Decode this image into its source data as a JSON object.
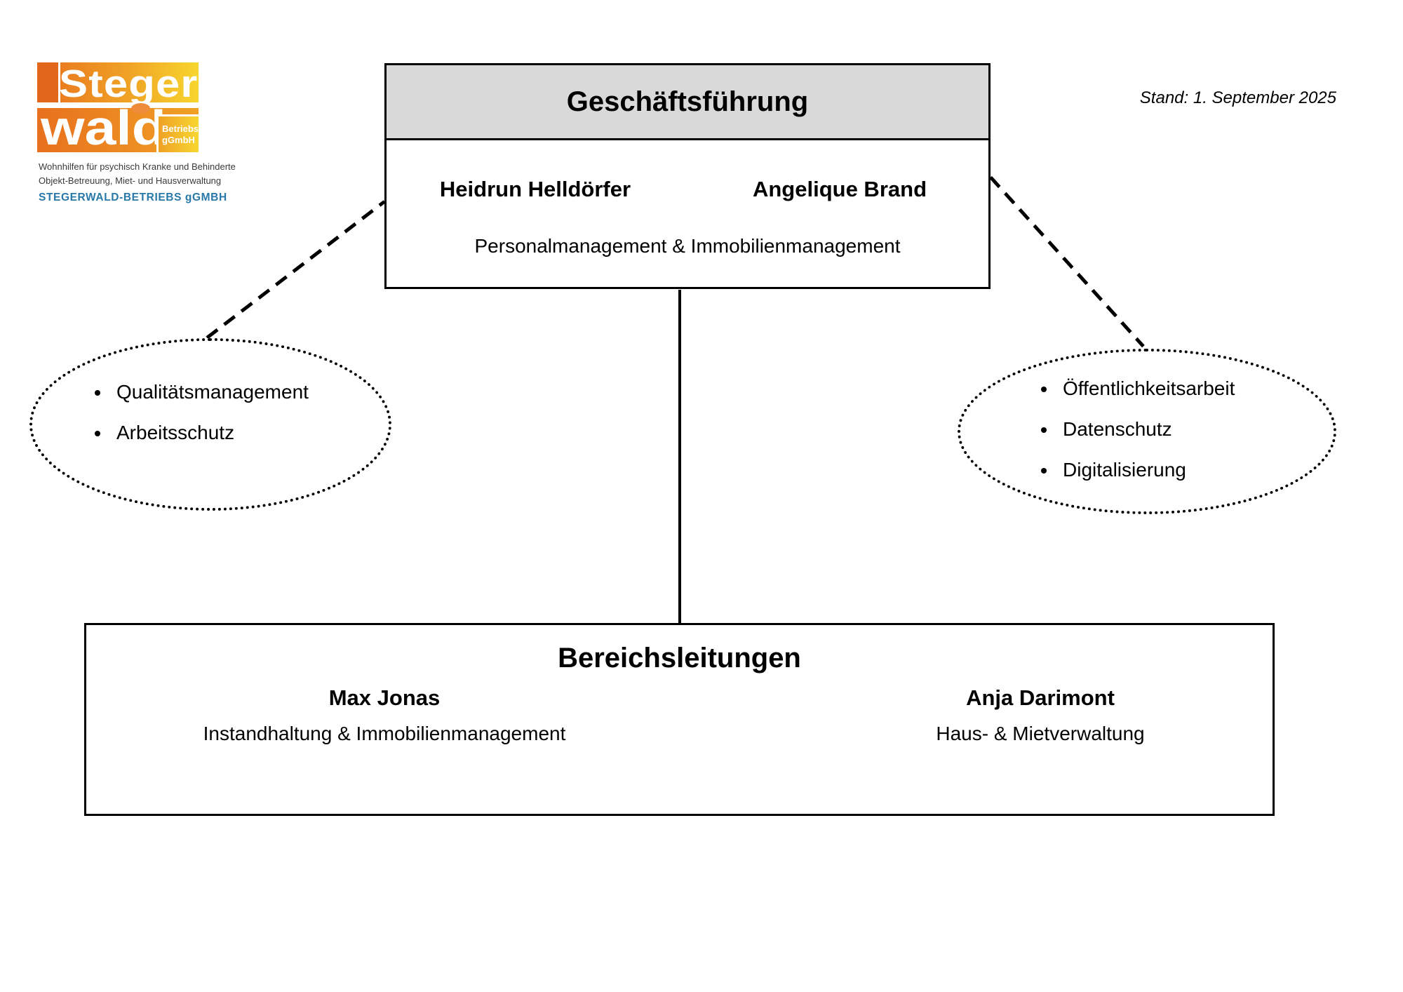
{
  "meta": {
    "stand_label": "Stand: 1. September 2025"
  },
  "logo": {
    "line1": "Steger",
    "line2": "wald",
    "badge_line1": "Betriebs",
    "badge_line2": "gGmbH",
    "tagline1": "Wohnhilfen für psychisch Kranke und Behinderte",
    "tagline2": "Objekt-Betreuung, Miet- und Hausverwaltung",
    "company": "STEGERWALD-BETRIEBS gGMBH",
    "colors": {
      "orange": "#E8701E",
      "yellow": "#F8D62E",
      "logo_dot": "#EE8C3C",
      "company_blue": "#2878A8"
    }
  },
  "management_box": {
    "title": "Geschäftsführung",
    "members": [
      {
        "name": "Heidrun Helldörfer"
      },
      {
        "name": "Angelique Brand"
      }
    ],
    "subtitle": "Personalmanagement & Immobilienmanagement",
    "header_color": "#D9D9D9"
  },
  "left_ellipse": {
    "items": [
      "Qualitätsmanagement",
      "Arbeitsschutz"
    ]
  },
  "right_ellipse": {
    "items": [
      "Öffentlichkeitsarbeit",
      "Datenschutz",
      "Digitalisierung"
    ]
  },
  "departments_box": {
    "title": "Bereichsleitungen",
    "leads": [
      {
        "name": "Max Jonas",
        "area": "Instandhaltung & Immobilienmanagement"
      },
      {
        "name": "Anja Darimont",
        "area": "Haus- & Mietverwaltung"
      }
    ]
  },
  "line_color": "#000000"
}
